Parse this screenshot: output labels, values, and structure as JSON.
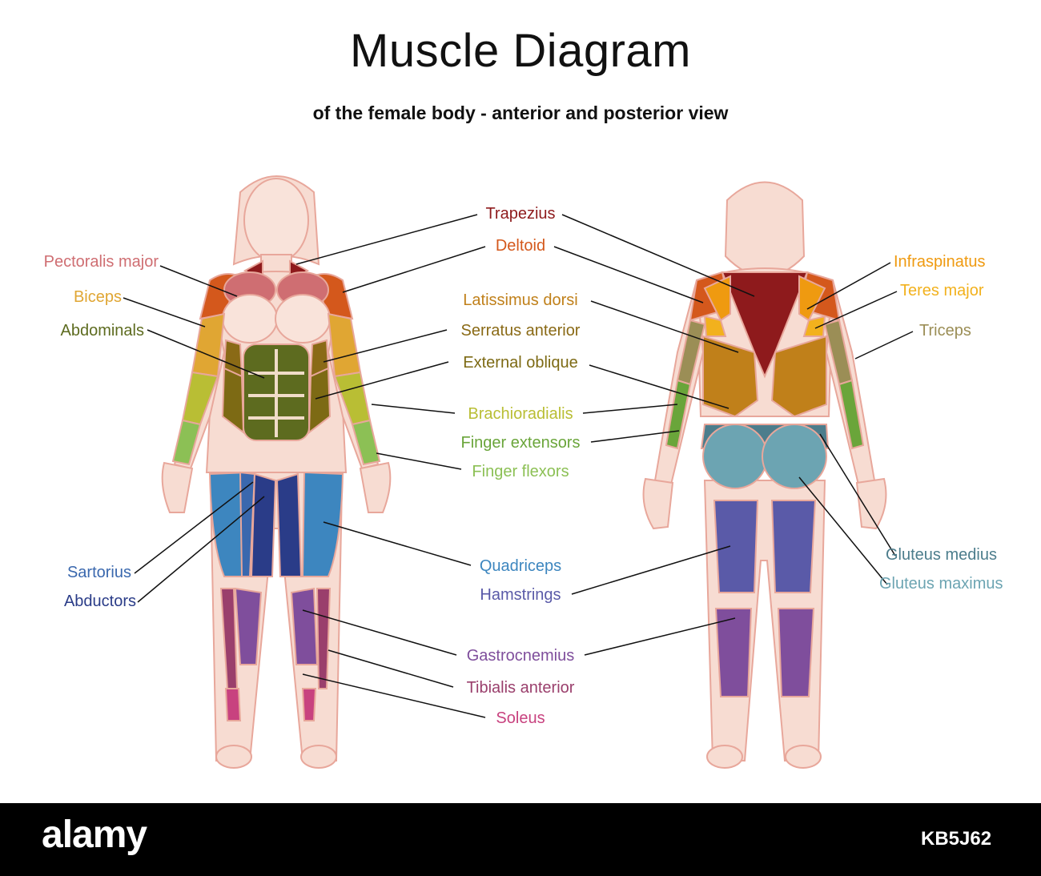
{
  "title": "Muscle Diagram",
  "subtitle": "of the female body - anterior and posterior view",
  "labels": {
    "trapezius": "Trapezius",
    "deltoid": "Deltoid",
    "latissimus_dorsi": "Latissimus dorsi",
    "serratus_anterior": "Serratus anterior",
    "external_oblique": "External oblique",
    "brachioradialis": "Brachioradialis",
    "finger_extensors": "Finger extensors",
    "finger_flexors": "Finger flexors",
    "quadriceps": "Quadriceps",
    "hamstrings": "Hamstrings",
    "gastrocnemius": "Gastrocnemius",
    "tibialis_anterior": "Tibialis anterior",
    "soleus": "Soleus",
    "pectoralis_major": "Pectoralis major",
    "biceps": "Biceps",
    "abdominals": "Abdominals",
    "sartorius": "Sartorius",
    "abductors": "Abductors",
    "infraspinatus": "Infraspinatus",
    "teres_major": "Teres major",
    "triceps": "Triceps",
    "gluteus_medius": "Gluteus medius",
    "gluteus_maximus": "Gluteus maximus"
  },
  "colors": {
    "trapezius": "#8e1a1c",
    "deltoid": "#d4581c",
    "latissimus_dorsi": "#c0801a",
    "serratus_anterior": "#8a6a16",
    "external_oblique": "#7d6a14",
    "brachioradialis": "#b9be34",
    "finger_extensors": "#6aa53a",
    "finger_flexors": "#8cc055",
    "quadriceps": "#3d86bf",
    "hamstrings": "#5a5aa8",
    "gastrocnemius": "#7f4e9c",
    "tibialis_anterior": "#9a3f6c",
    "soleus": "#c8427f",
    "pectoralis_major": "#cf6e72",
    "biceps": "#e0a633",
    "abdominals": "#5d6b1f",
    "sartorius": "#3a68ae",
    "abductors": "#2a3c88",
    "infraspinatus": "#ef9a10",
    "teres_major": "#f2b11d",
    "triceps": "#9b8e56",
    "gluteus_medius": "#4c7d8c",
    "gluteus_maximus": "#6ca4b2",
    "skin": "#f7dcd2",
    "outline": "#e8a79b"
  },
  "footer": {
    "wordmark": "alamy",
    "stock_id": "KB5J62"
  }
}
